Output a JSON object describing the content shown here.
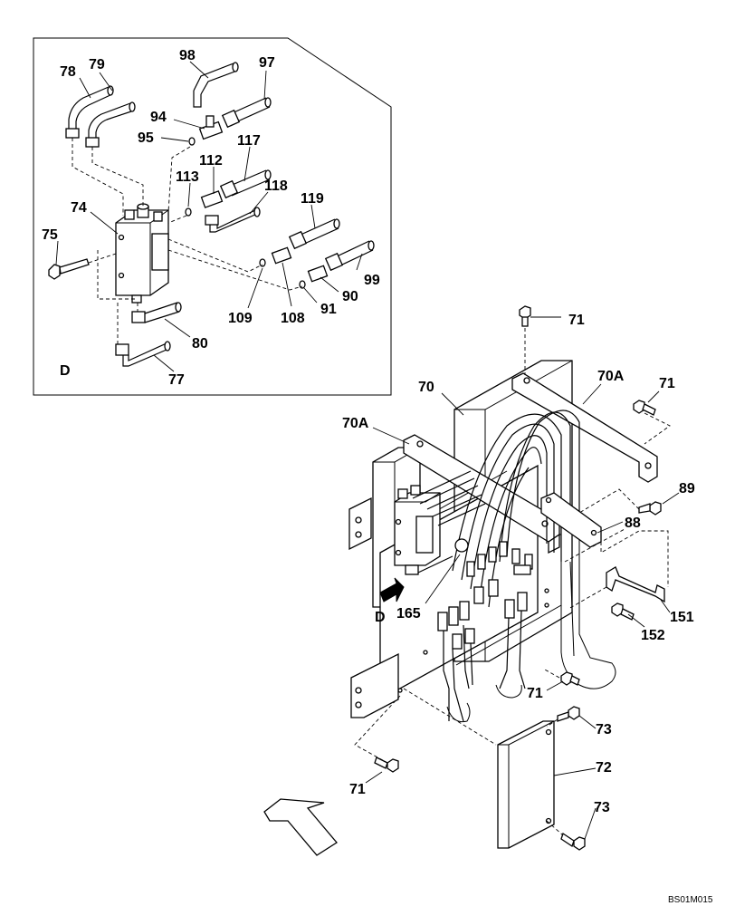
{
  "detail_view": {
    "view_label": "D",
    "parts": {
      "p78": "78",
      "p79": "79",
      "p98": "98",
      "p97": "97",
      "p94": "94",
      "p95": "95",
      "p117": "117",
      "p112": "112",
      "p113": "113",
      "p118": "118",
      "p119": "119",
      "p74": "74",
      "p75": "75",
      "p109": "109",
      "p108": "108",
      "p91": "91",
      "p90": "90",
      "p99": "99",
      "p80": "80",
      "p77": "77"
    }
  },
  "main_view": {
    "view_pointer_label": "D",
    "parts": {
      "p71a": "71",
      "p70": "70",
      "p70A_right": "70A",
      "p71b": "71",
      "p70A_left": "70A",
      "p89": "89",
      "p88": "88",
      "p165": "165",
      "p151": "151",
      "p152": "152",
      "p71c": "71",
      "p73a": "73",
      "p72": "72",
      "p71d": "71",
      "p73b": "73"
    }
  },
  "drawing_code": "BS01M015"
}
